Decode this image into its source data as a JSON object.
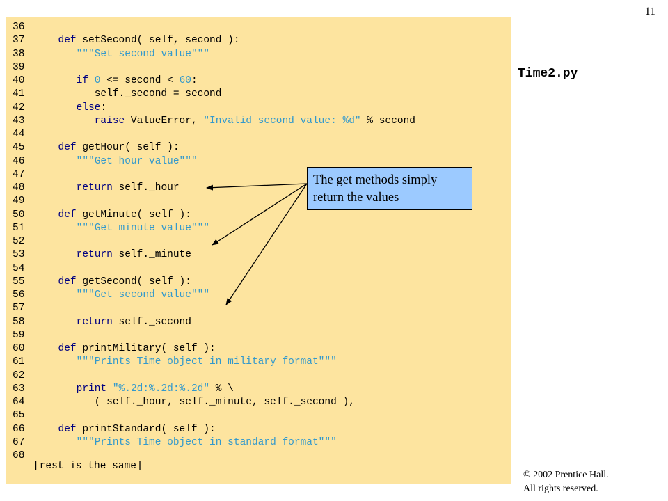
{
  "slide_number": "11",
  "file_title": "Time2.py",
  "callout": {
    "line1": "The get methods simply",
    "line2": "return the values"
  },
  "rest_note": "[rest is the same]",
  "copyright": {
    "line1": "© 2002 Prentice Hall.",
    "line2": "All rights reserved."
  },
  "colors": {
    "code_background": "#fde49f",
    "keyword": "#000080",
    "string": "#3399cc",
    "callout_background": "#9ccaff"
  },
  "code_lines": [
    {
      "num": "36",
      "tokens": []
    },
    {
      "num": "37",
      "tokens": [
        {
          "t": "    ",
          "c": ""
        },
        {
          "t": "def",
          "c": "kw"
        },
        {
          "t": " setSecond( self, second ):",
          "c": ""
        }
      ]
    },
    {
      "num": "38",
      "tokens": [
        {
          "t": "       ",
          "c": ""
        },
        {
          "t": "\"\"\"Set second value\"\"\"",
          "c": "str"
        }
      ]
    },
    {
      "num": "39",
      "tokens": []
    },
    {
      "num": "40",
      "tokens": [
        {
          "t": "       ",
          "c": ""
        },
        {
          "t": "if",
          "c": "kw"
        },
        {
          "t": " ",
          "c": ""
        },
        {
          "t": "0",
          "c": "num"
        },
        {
          "t": " <= second < ",
          "c": ""
        },
        {
          "t": "60",
          "c": "num"
        },
        {
          "t": ":",
          "c": ""
        }
      ]
    },
    {
      "num": "41",
      "tokens": [
        {
          "t": "          self._second = second",
          "c": ""
        }
      ]
    },
    {
      "num": "42",
      "tokens": [
        {
          "t": "       ",
          "c": ""
        },
        {
          "t": "else",
          "c": "kw"
        },
        {
          "t": ":",
          "c": ""
        }
      ]
    },
    {
      "num": "43",
      "tokens": [
        {
          "t": "          ",
          "c": ""
        },
        {
          "t": "raise",
          "c": "kw"
        },
        {
          "t": " ValueError, ",
          "c": ""
        },
        {
          "t": "\"Invalid second value: %d\"",
          "c": "str"
        },
        {
          "t": " % second",
          "c": ""
        }
      ]
    },
    {
      "num": "44",
      "tokens": []
    },
    {
      "num": "45",
      "tokens": [
        {
          "t": "    ",
          "c": ""
        },
        {
          "t": "def",
          "c": "kw"
        },
        {
          "t": " getHour( self ):",
          "c": ""
        }
      ]
    },
    {
      "num": "46",
      "tokens": [
        {
          "t": "       ",
          "c": ""
        },
        {
          "t": "\"\"\"Get hour value\"\"\"",
          "c": "str"
        }
      ]
    },
    {
      "num": "47",
      "tokens": []
    },
    {
      "num": "48",
      "tokens": [
        {
          "t": "       ",
          "c": ""
        },
        {
          "t": "return",
          "c": "kw"
        },
        {
          "t": " self._hour",
          "c": ""
        }
      ]
    },
    {
      "num": "49",
      "tokens": []
    },
    {
      "num": "50",
      "tokens": [
        {
          "t": "    ",
          "c": ""
        },
        {
          "t": "def",
          "c": "kw"
        },
        {
          "t": " getMinute( self ):",
          "c": ""
        }
      ]
    },
    {
      "num": "51",
      "tokens": [
        {
          "t": "       ",
          "c": ""
        },
        {
          "t": "\"\"\"Get minute value\"\"\"",
          "c": "str"
        }
      ]
    },
    {
      "num": "52",
      "tokens": []
    },
    {
      "num": "53",
      "tokens": [
        {
          "t": "       ",
          "c": ""
        },
        {
          "t": "return",
          "c": "kw"
        },
        {
          "t": " self._minute",
          "c": ""
        }
      ]
    },
    {
      "num": "54",
      "tokens": []
    },
    {
      "num": "55",
      "tokens": [
        {
          "t": "    ",
          "c": ""
        },
        {
          "t": "def",
          "c": "kw"
        },
        {
          "t": " getSecond( self ):",
          "c": ""
        }
      ]
    },
    {
      "num": "56",
      "tokens": [
        {
          "t": "       ",
          "c": ""
        },
        {
          "t": "\"\"\"Get second value\"\"\"",
          "c": "str"
        }
      ]
    },
    {
      "num": "57",
      "tokens": []
    },
    {
      "num": "58",
      "tokens": [
        {
          "t": "       ",
          "c": ""
        },
        {
          "t": "return",
          "c": "kw"
        },
        {
          "t": " self._second",
          "c": ""
        }
      ]
    },
    {
      "num": "59",
      "tokens": []
    },
    {
      "num": "60",
      "tokens": [
        {
          "t": "    ",
          "c": ""
        },
        {
          "t": "def",
          "c": "kw"
        },
        {
          "t": " printMilitary( self ):",
          "c": ""
        }
      ]
    },
    {
      "num": "61",
      "tokens": [
        {
          "t": "       ",
          "c": ""
        },
        {
          "t": "\"\"\"Prints Time object in military format\"\"\"",
          "c": "str"
        }
      ]
    },
    {
      "num": "62",
      "tokens": []
    },
    {
      "num": "63",
      "tokens": [
        {
          "t": "       ",
          "c": ""
        },
        {
          "t": "print",
          "c": "kw"
        },
        {
          "t": " ",
          "c": ""
        },
        {
          "t": "\"%.2d:%.2d:%.2d\"",
          "c": "str"
        },
        {
          "t": " % \\",
          "c": ""
        }
      ]
    },
    {
      "num": "64",
      "tokens": [
        {
          "t": "          ( self._hour, self._minute, self._second ),",
          "c": ""
        }
      ]
    },
    {
      "num": "65",
      "tokens": []
    },
    {
      "num": "66",
      "tokens": [
        {
          "t": "    ",
          "c": ""
        },
        {
          "t": "def",
          "c": "kw"
        },
        {
          "t": " printStandard( self ):",
          "c": ""
        }
      ]
    },
    {
      "num": "67",
      "tokens": [
        {
          "t": "       ",
          "c": ""
        },
        {
          "t": "\"\"\"Prints Time object in standard format\"\"\"",
          "c": "str"
        }
      ]
    },
    {
      "num": "68",
      "tokens": []
    }
  ]
}
